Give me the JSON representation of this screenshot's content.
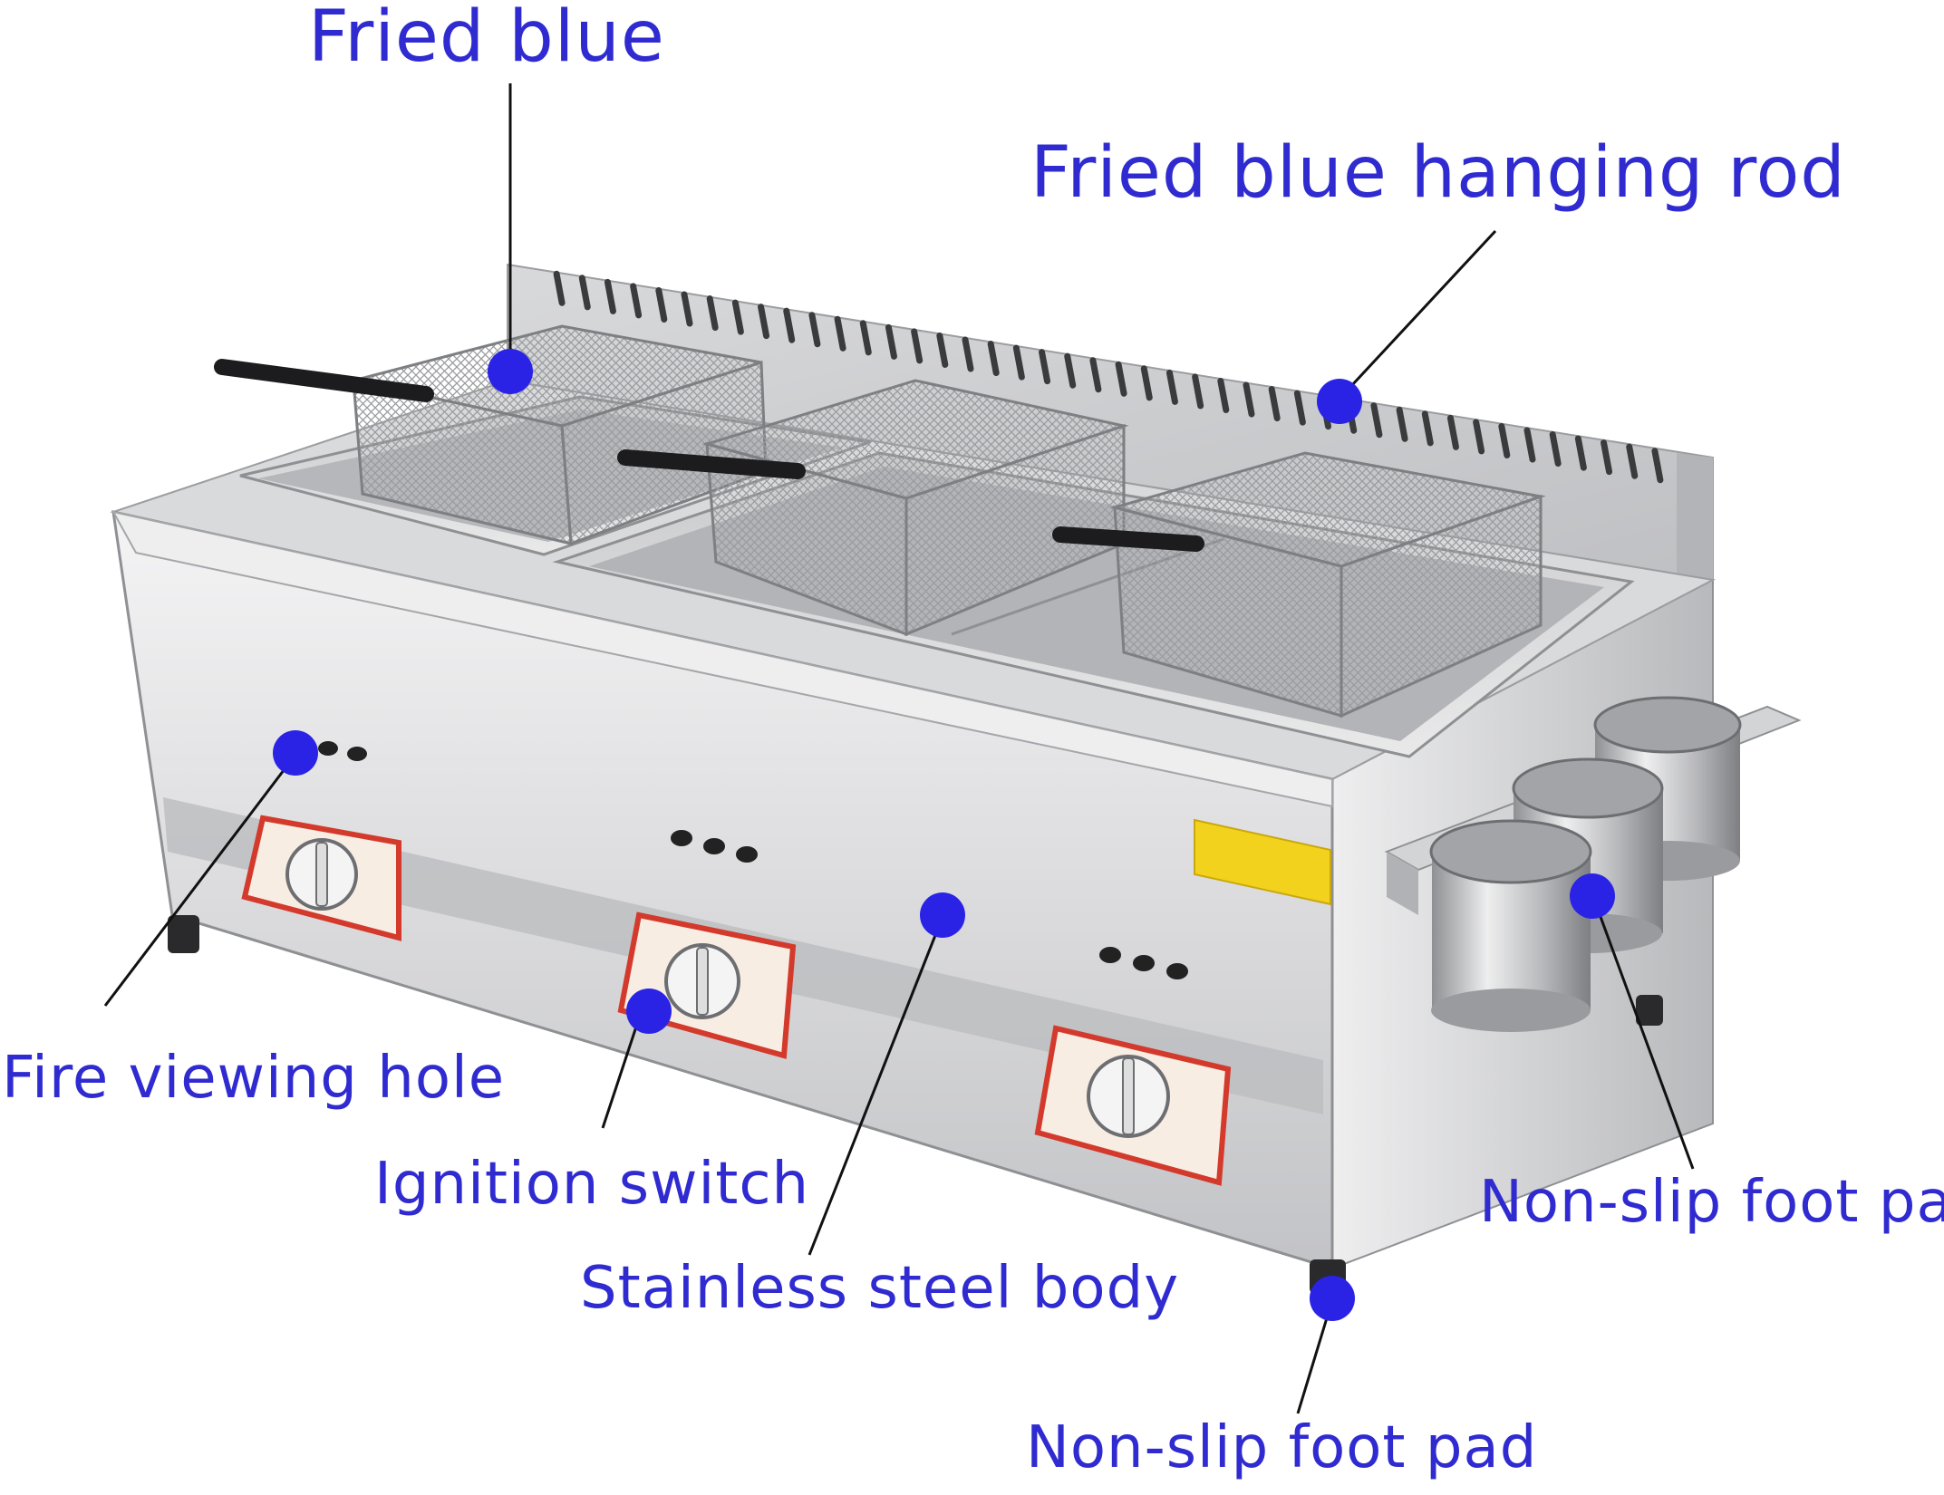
{
  "colors": {
    "label": "#2f2bd0",
    "dot": "#2a23e6",
    "steel_light": "#e9e9ea",
    "steel_mid": "#c6c7c9",
    "steel_dark": "#8e9093",
    "knob_panel_border": "#d33a2c",
    "warning_sticker": "#f2d21c"
  },
  "callouts": {
    "fried_blue": "Fried blue",
    "hanging_rod": "Fried blue hanging rod",
    "fire_hole": "Fire viewing hole",
    "ignition_switch": "Ignition switch",
    "body": "Stainless steel body",
    "foot_pad_right": "Non-slip foot pad",
    "foot_pad_bottom": "Non-slip foot pad"
  },
  "icons": {
    "marker": "dot-marker-icon",
    "basket": "fry-basket-icon",
    "knob": "ignition-knob-icon",
    "cup": "utensil-cup-icon"
  }
}
